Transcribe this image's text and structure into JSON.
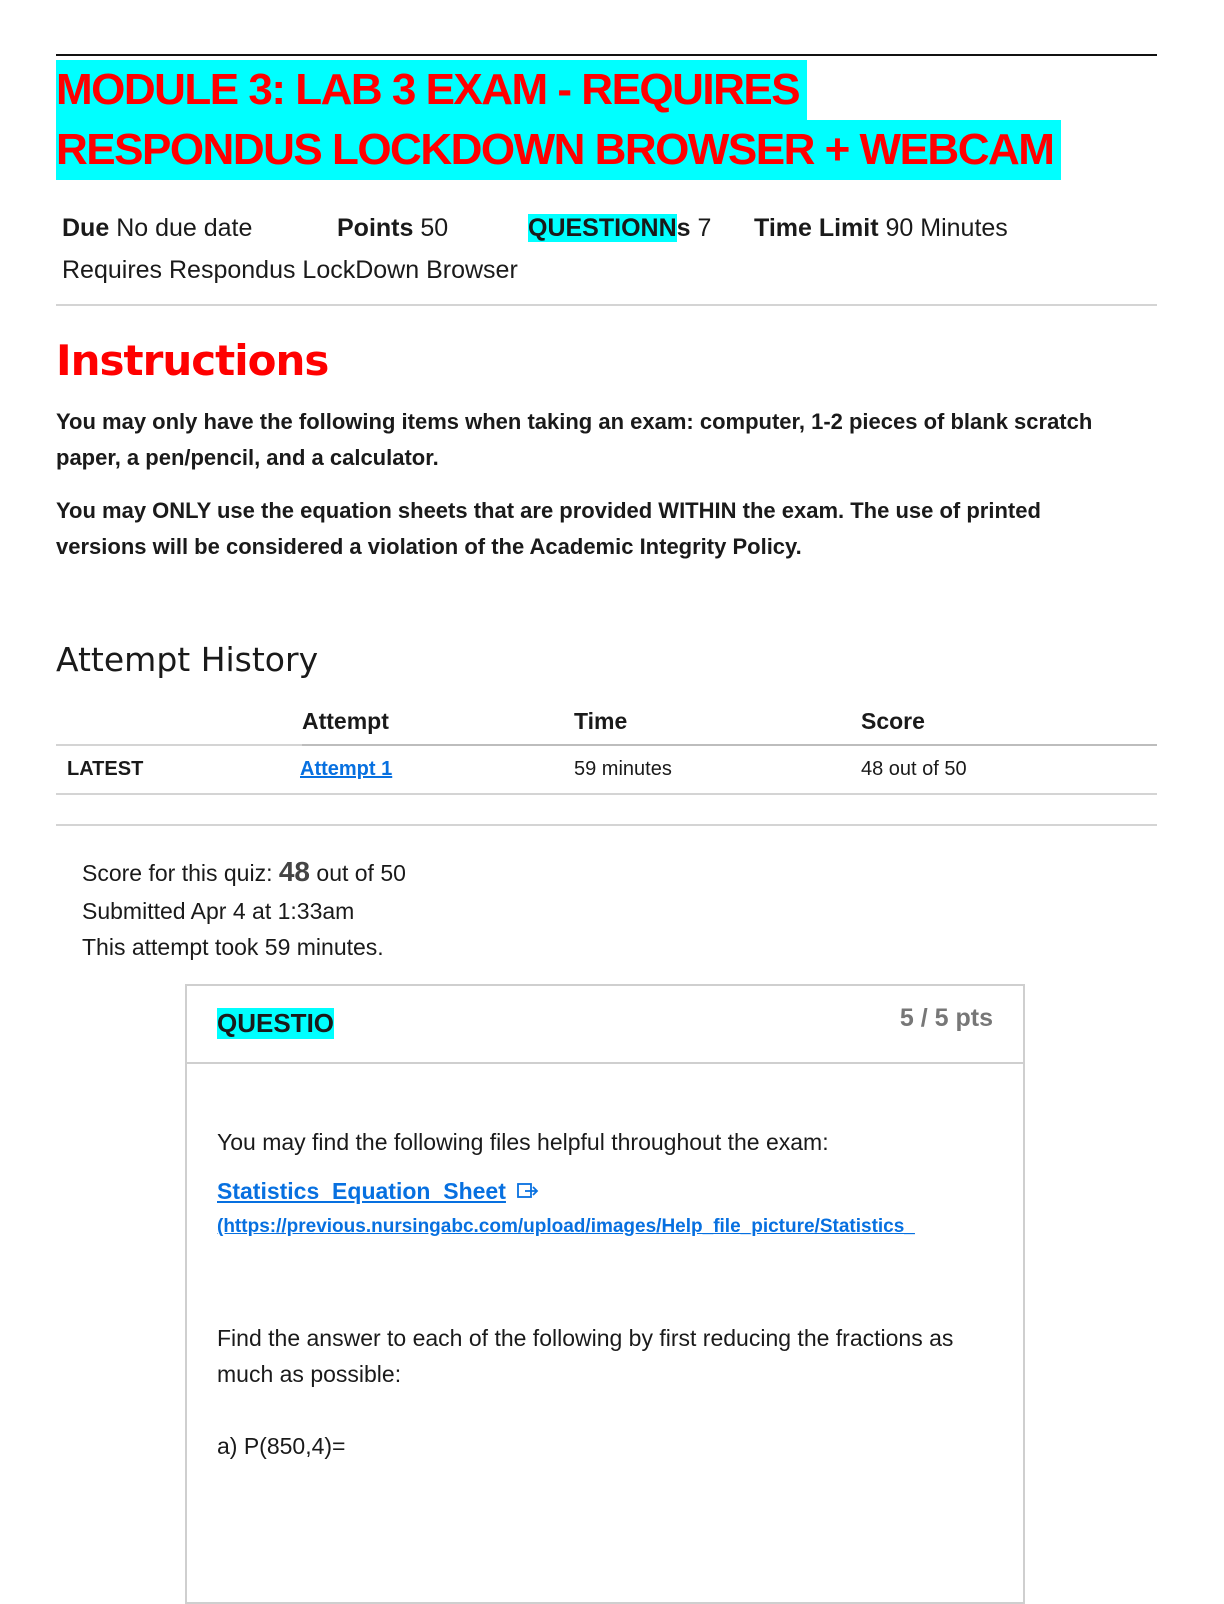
{
  "header": {
    "title_line1": "MODULE 3: LAB 3 EXAM -  REQUIRES",
    "title_line2": "RESPONDUS LOCKDOWN  BROWSER + WEBCAM"
  },
  "meta": {
    "due_label": "Due",
    "due_value": "No due date",
    "points_label": "Points",
    "points_value": "50",
    "questions_label_hl": "QUESTIONN",
    "questions_label_rest": "s",
    "questions_value": "7",
    "time_limit_label": "Time Limit",
    "time_limit_value": "90 Minutes",
    "requirement": "Requires Respondus LockDown Browser"
  },
  "instructions": {
    "heading": "Instructions",
    "paragraph1": "You may only have the following items when taking an exam: computer, 1-2 pieces of blank scratch paper, a pen/pencil, and a calculator.",
    "paragraph2": "You may ONLY use the equation sheets that are provided WITHIN the exam. The use of printed versions will be considered a violation of the Academic Integrity Policy."
  },
  "attempt_history": {
    "heading": "Attempt History",
    "columns": [
      "Attempt",
      "Time",
      "Score"
    ],
    "rows": [
      {
        "tag": "LATEST",
        "attempt": "Attempt 1",
        "time": "59 minutes",
        "score": "48 out of 50"
      }
    ]
  },
  "summary": {
    "score_prefix": "Score for this quiz: ",
    "score_value": "48",
    "score_suffix": " out of 50",
    "submitted": "Submitted Apr 4 at 1:33am",
    "duration": "This attempt took 59 minutes."
  },
  "question": {
    "name": "QUESTIO",
    "points": "5 / 5 pts",
    "intro": "You may find the following files helpful throughout the exam:",
    "link_text": "Statistics_Equation_Sheet",
    "link_url": "(https://previous.nursingabc.com/upload/images/Help_file_picture/Statistics_",
    "prompt": "Find the answer to each of the following by first reducing the fractions as much as possible:",
    "part_a": "a) P(850,4)="
  },
  "colors": {
    "highlight": "#00ffff",
    "title_red": "#ff0000",
    "link_blue": "#0770e0"
  }
}
